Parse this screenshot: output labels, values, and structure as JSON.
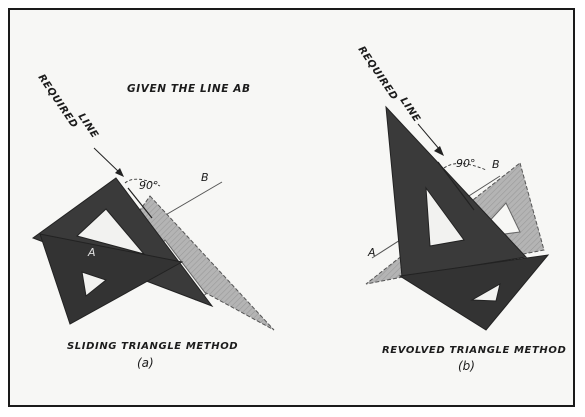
{
  "title": "GIVEN THE LINE AB",
  "left_panel": {
    "required_label": "REQUIRED",
    "line_label": "LINE",
    "angle": "90°",
    "point_a": "A",
    "point_b": "B",
    "caption": "SLIDING TRIANGLE METHOD",
    "sub_caption": "(a)"
  },
  "right_panel": {
    "required_label": "REQUIRED",
    "line_label": "LINE",
    "angle": "90°",
    "point_a": "A",
    "point_b": "B",
    "caption": "REVOLVED TRIANGLE METHOD",
    "sub_caption": "(b)"
  },
  "colors": {
    "dark_triangle": "#3a3a3a",
    "light_triangle": "#a8a8a8",
    "frame": "#1a1a1a"
  }
}
